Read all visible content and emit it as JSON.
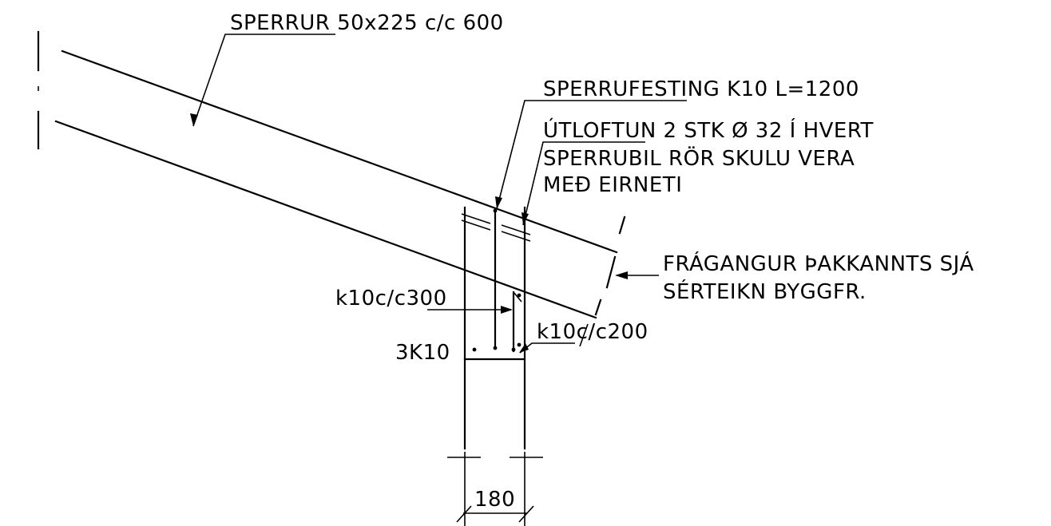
{
  "labels": {
    "rafters": "SPERRUR 50x225 c/c 600",
    "rafter_fixing": "SPERRUFESTING K10 L=1200",
    "ventilation_line1": "ÚTLOFTUN 2 STK Ø 32 Í HVERT",
    "ventilation_line2": "SPERRUBIL RÖR SKULU VERA",
    "ventilation_line3": "MEÐ EIRNETI",
    "eaves_line1": "FRÁGANGUR ÞAKKANNTS SJÁ",
    "eaves_line2": "SÉRTEIKN BYGGFR.",
    "stirrup_left": "k10c/c300",
    "stirrup_right": "k10c/c200",
    "bottom_bars": "3K10",
    "wall_width": "180"
  }
}
